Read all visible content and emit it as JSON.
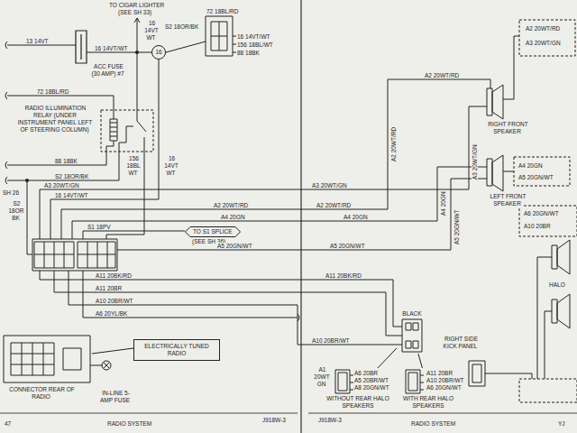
{
  "diagram": {
    "nodes": [
      {
        "text": [
          "ELECTRICALLY TUNED RADIO"
        ]
      },
      {
        "text": [
          "16"
        ]
      },
      {
        "text": [
          "TO S1 SPLICE"
        ]
      },
      {
        "text": [
          "BLACK"
        ]
      },
      {
        "text": [
          "WITHOUT REAR HALO SPEAKERS"
        ]
      },
      {
        "text": [
          "WITH REAR HALO SPEAKERS"
        ]
      }
    ],
    "edges": [
      {
        "from": 3,
        "to": 4,
        "arrow": "none"
      },
      {
        "from": 3,
        "to": 5,
        "arrow": "none"
      }
    ],
    "labels": [
      "TO CIGAR LIGHTER",
      "(SEE SH 33)",
      "13 14VT",
      "ACC FUSE (30 AMP) #7",
      "16 14VT/WT",
      "16 14VT WT",
      "72 18BL/RD",
      "S2 18OR/BK",
      "16 14VT/WT",
      "156 18BL/WT",
      "88 18BK",
      "72 18BL/RD",
      "RADIO ILLUMINATION RELAY (UNDER INSTRUMENT PANEL LEFT OF STEERING COLUMN)",
      "156 18BL WT",
      "16 14VT WT",
      "88 18BK",
      "S2 18OR/BK",
      "SH 26",
      "S2 18OR BK",
      "A3 20WT/GN",
      "16 14VT/WT",
      "A2 20WT/RD",
      "A4 20GN",
      "S1 18PV",
      "(SEE SH 36)",
      "A5 20GN/WT",
      "A11 20BK/RD",
      "A11 20BR",
      "A10 20BR/WT",
      "A6 20YL/BK",
      "CONNECTOR REAR OF RADIO",
      "IN-LINE 5-AMP FUSE",
      "47",
      "RADIO SYSTEM",
      "J918W-3",
      "A3 20WT/GN",
      "A2 20WT/RD",
      "A4 20GN",
      "A5 20GN/WT",
      "A11 20BK/RD",
      "A10 20BR/WT",
      "A2 20WT/RD",
      "A2 20WT/RD",
      "A3 20WT/GN",
      "RIGHT FRONT SPEAKER",
      "A4 20GN",
      "A5 20GN/WT",
      "LEFT FRONT SPEAKER",
      "A2 20WT/RD",
      "A4 20GN",
      "A5 20GN/WT",
      "A3 20WT/GN",
      "A6 20GN/WT",
      "A10 20BR",
      "HALO",
      "RIGHT SIDE KICK PANEL",
      "A1 20WT GN",
      "A6 20BR",
      "A5 20BR/WT",
      "A8 20GN/WT",
      "A11 20BR",
      "A10 20BR/WT",
      "A6 20GN/WT",
      "J918W-3",
      "RADIO SYSTEM",
      "YJ"
    ]
  }
}
